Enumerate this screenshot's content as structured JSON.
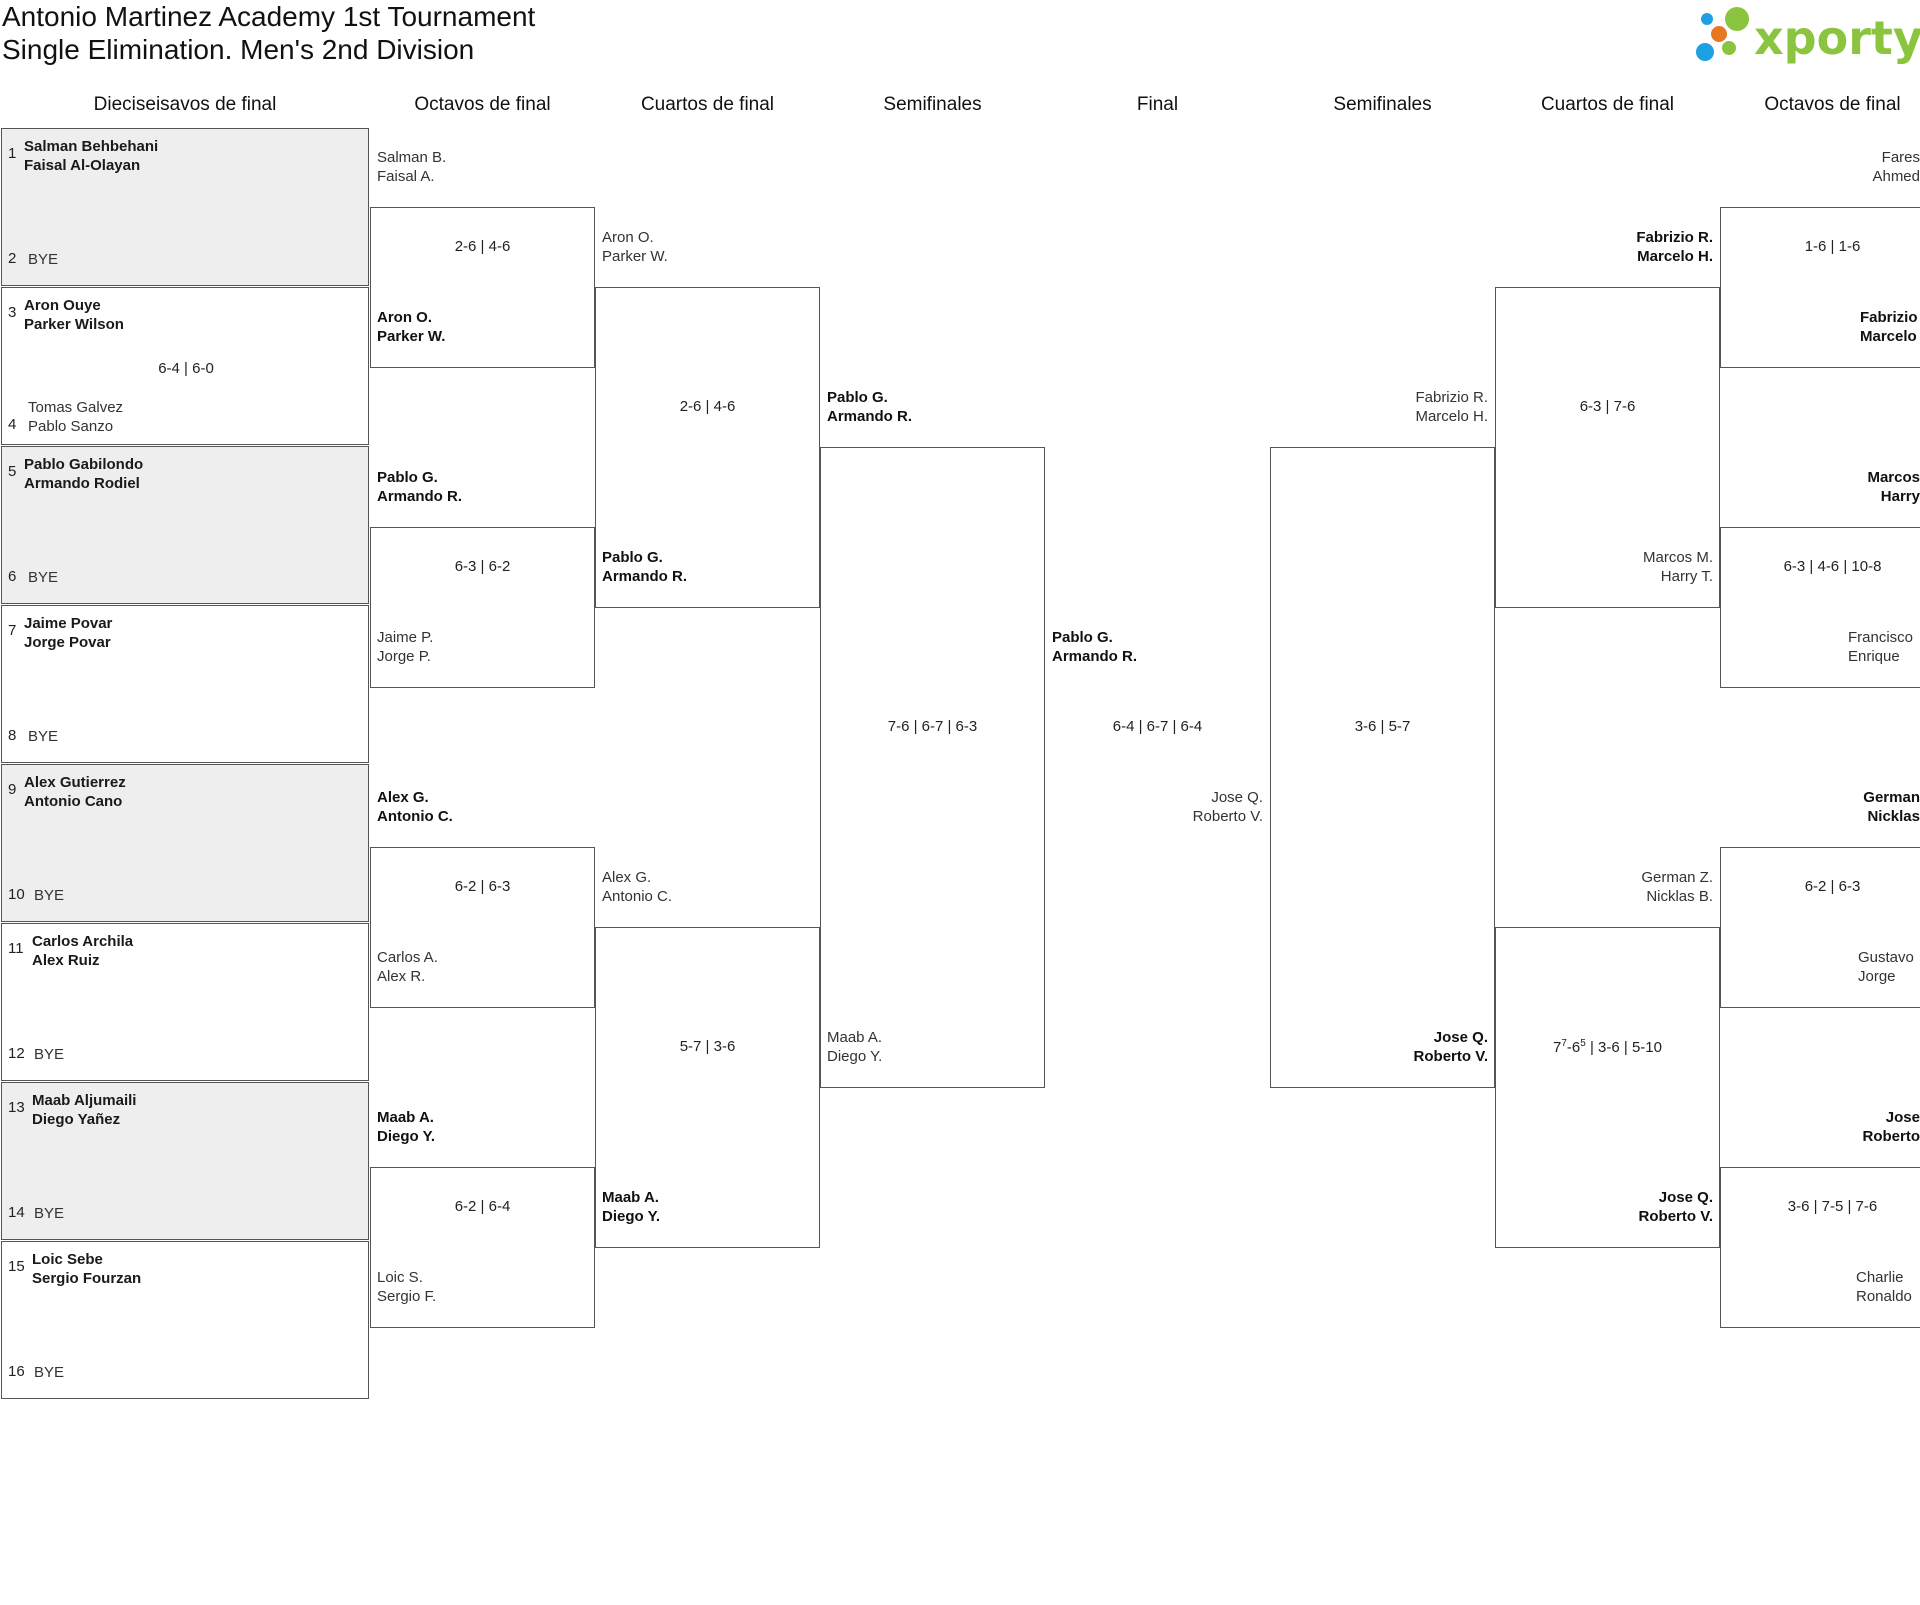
{
  "header": {
    "title_line1": "Antonio Martinez Academy 1st Tournament",
    "title_line2": "Single Elimination. Men's 2nd Division",
    "logo_text": "xporty",
    "logo_colors": [
      "#8bc53f",
      "#e87722",
      "#1da1e2"
    ]
  },
  "columns": [
    "Dieciseisavos de final",
    "Octavos de final",
    "Cuartos de final",
    "Semifinales",
    "Final",
    "Semifinales",
    "Cuartos de final",
    "Octavos de final"
  ],
  "round_of_32": [
    {
      "seed_a": "1",
      "a1": "Salman Behbehani",
      "a2": "Faisal Al-Olayan",
      "seed_b": "2",
      "b1": "BYE",
      "b2": "",
      "score": "",
      "shaded": true
    },
    {
      "seed_a": "3",
      "a1": "Aron Ouye",
      "a2": "Parker Wilson",
      "seed_b": "4",
      "b1": "Tomas Galvez",
      "b2": "Pablo Sanzo",
      "score": "6-4 | 6-0",
      "shaded": false
    },
    {
      "seed_a": "5",
      "a1": "Pablo Gabilondo",
      "a2": "Armando Rodiel",
      "seed_b": "6",
      "b1": "BYE",
      "b2": "",
      "score": "",
      "shaded": true
    },
    {
      "seed_a": "7",
      "a1": "Jaime Povar",
      "a2": "Jorge Povar",
      "seed_b": "8",
      "b1": "BYE",
      "b2": "",
      "score": "",
      "shaded": false
    },
    {
      "seed_a": "9",
      "a1": "Alex Gutierrez",
      "a2": "Antonio Cano",
      "seed_b": "10",
      "b1": "BYE",
      "b2": "",
      "score": "",
      "shaded": true
    },
    {
      "seed_a": "11",
      "a1": "Carlos Archila",
      "a2": "Alex Ruiz",
      "seed_b": "12",
      "b1": "BYE",
      "b2": "",
      "score": "",
      "shaded": false
    },
    {
      "seed_a": "13",
      "a1": "Maab Aljumaili",
      "a2": "Diego Yañez",
      "seed_b": "14",
      "b1": "BYE",
      "b2": "",
      "score": "",
      "shaded": true
    },
    {
      "seed_a": "15",
      "a1": "Loic Sebe",
      "a2": "Sergio Fourzan",
      "seed_b": "16",
      "b1": "BYE",
      "b2": "",
      "score": "",
      "shaded": false
    }
  ],
  "left_round_of_16": [
    {
      "top": [
        "Salman B.",
        "Faisal A."
      ],
      "bottom": [
        "Aron O.",
        "Parker W."
      ],
      "score": "2-6 | 4-6",
      "winner": "bottom"
    },
    {
      "top": [
        "Pablo G.",
        "Armando R."
      ],
      "bottom": [
        "Jaime P.",
        "Jorge P."
      ],
      "score": "6-3 | 6-2",
      "winner": "top"
    },
    {
      "top": [
        "Alex G.",
        "Antonio C."
      ],
      "bottom": [
        "Carlos A.",
        "Alex R."
      ],
      "score": "6-2 | 6-3",
      "winner": "top"
    },
    {
      "top": [
        "Maab A.",
        "Diego Y."
      ],
      "bottom": [
        "Loic S.",
        "Sergio F."
      ],
      "score": "6-2 | 6-4",
      "winner": "top"
    }
  ],
  "left_quarterfinals": [
    {
      "top": [
        "Aron O.",
        "Parker W."
      ],
      "bottom": [
        "Pablo G.",
        "Armando R."
      ],
      "score": "2-6 | 4-6",
      "winner": "bottom"
    },
    {
      "top": [
        "Alex G.",
        "Antonio C."
      ],
      "bottom": [
        "Maab A.",
        "Diego Y."
      ],
      "score": "5-7 | 3-6",
      "winner": "bottom"
    }
  ],
  "left_semifinal": {
    "top": [
      "Pablo G.",
      "Armando R."
    ],
    "bottom": [
      "Maab A.",
      "Diego Y."
    ],
    "score": "7-6 | 6-7 | 6-3",
    "winner": "top"
  },
  "final": {
    "left": [
      "Pablo G.",
      "Armando R."
    ],
    "right": [
      "Jose Q.",
      "Roberto V."
    ],
    "score": "6-4 | 6-7 | 6-4",
    "winner": "left"
  },
  "right_semifinal": {
    "top": [
      "Fabrizio R.",
      "Marcelo H."
    ],
    "bottom": [
      "Jose Q.",
      "Roberto V."
    ],
    "score": "3-6 | 5-7",
    "winner": "bottom"
  },
  "right_quarterfinals": [
    {
      "top": [
        "Fabrizio R.",
        "Marcelo H."
      ],
      "bottom": [
        "Marcos M.",
        "Harry T."
      ],
      "score": "6-3 | 7-6",
      "winner": "top"
    },
    {
      "top": [
        "German Z.",
        "Nicklas B."
      ],
      "bottom": [
        "Jose Q.",
        "Roberto V."
      ],
      "score_parts": [
        "7",
        "7",
        "-6",
        "5",
        " | 3-6 | 5-10"
      ],
      "winner": "bottom"
    }
  ],
  "right_round_of_16": [
    {
      "top": [
        "Fares",
        "Ahmed"
      ],
      "bottom": [
        "Fabrizio",
        "Marcelo"
      ],
      "score": "1-6 | 1-6",
      "winner": "bottom"
    },
    {
      "top": [
        "Marcos",
        "Harry"
      ],
      "bottom": [
        "Francisco",
        "Enrique"
      ],
      "score": "6-3 | 4-6 | 10-8",
      "winner": "top"
    },
    {
      "top": [
        "German",
        "Nicklas"
      ],
      "bottom": [
        "Gustavo",
        "Jorge"
      ],
      "score": "6-2 | 6-3",
      "winner": "top"
    },
    {
      "top": [
        "Jose",
        "Roberto"
      ],
      "bottom": [
        "Charlie",
        "Ronaldo"
      ],
      "score": "3-6 | 7-5 | 7-6",
      "winner": "top"
    }
  ]
}
